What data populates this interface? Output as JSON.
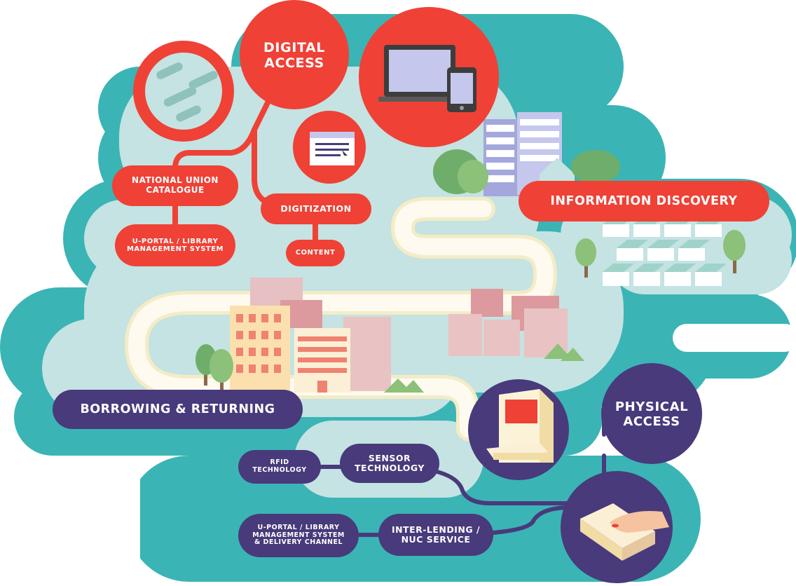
{
  "colors": {
    "teal": "#3bb4b5",
    "pale_teal": "#c4e3e2",
    "red": "#ef4136",
    "purple": "#483a7b",
    "cream": "#fbf3d8",
    "pink": "#dc9a9e",
    "light_pink": "#e9c3c3",
    "green": "#6fae6a"
  },
  "labels": {
    "digital_access": "DIGITAL\nACCESS",
    "national_union_catalogue": "NATIONAL UNION\nCATALOGUE",
    "digitization": "DIGITIZATION",
    "content": "CONTENT",
    "uportal_lms": "U-PORTAL / LIBRARY\nMANAGEMENT SYSTEM",
    "information_discovery": "INFORMATION DISCOVERY",
    "borrowing_returning": "BORROWING & RETURNING",
    "physical_access": "PHYSICAL\nACCESS",
    "rfid_technology": "RFID\nTECHNOLOGY",
    "sensor_technology": "SENSOR\nTECHNOLOGY",
    "uportal_lms_delivery": "U-PORTAL / LIBRARY\nMANAGEMENT SYSTEM\n& DELIVERY CHANNEL",
    "inter_lending": "INTER-LENDING /\nNUC SERVICE"
  },
  "icons": {
    "globe": "globe-icon",
    "devices": "laptop-phone-icon",
    "browser": "browser-window-icon",
    "kiosk": "self-service-kiosk-icon",
    "rfid_card": "rfid-card-tap-icon"
  }
}
